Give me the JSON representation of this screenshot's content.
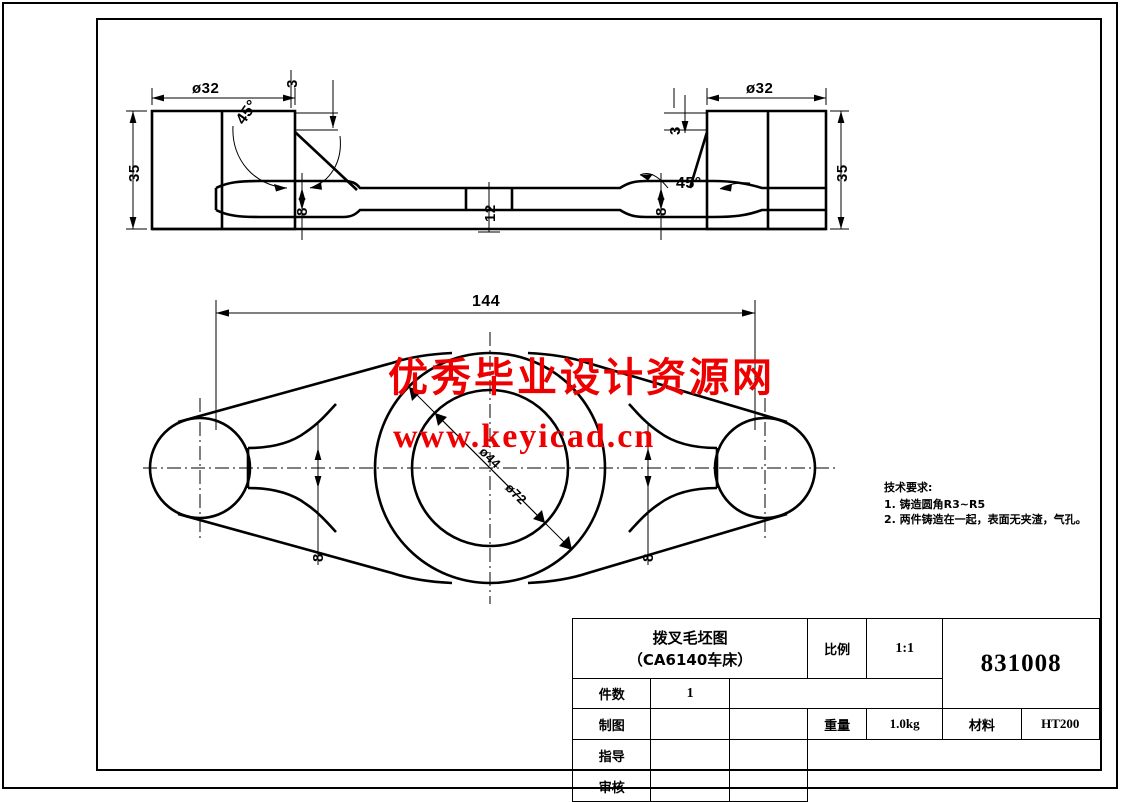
{
  "drawing": {
    "part_name_line1": "拨叉毛坯图",
    "part_name_line2": "（CA6140车床）",
    "part_number": "831008"
  },
  "watermark": {
    "line1": "优秀毕业设计资源网",
    "line2": "www.keyicad.cn",
    "color": "#ee0000"
  },
  "notes": {
    "heading": "技术要求:",
    "items": [
      "1. 铸造圆角R3~R5",
      "2. 两件铸造在一起，表面无夹渣，气孔。"
    ]
  },
  "title_block": {
    "scale_label": "比例",
    "scale_value": "1:1",
    "qty_label": "件数",
    "qty_value": "1",
    "weight_label": "重量",
    "weight_value": "1.0kg",
    "material_label": "材料",
    "material_value": "HT200",
    "role_drawn": "制图",
    "role_guide": "指导",
    "role_check": "审核",
    "blank": ""
  },
  "dimensions": {
    "top_view": {
      "dia32_left": "ø32",
      "dia32_right": "ø32",
      "height35_left": "35",
      "height35_right": "35",
      "step3_left": "3",
      "step3_right": "3",
      "angle45_left": "45°",
      "angle45_right": "45°",
      "thick8_left": "8",
      "thick8_right": "8",
      "center12": "12"
    },
    "front_view": {
      "length144": "144",
      "bore_dia44": "ø44",
      "outer_dia72": "ø72",
      "rib8_left": "8",
      "rib8_right": "8"
    }
  }
}
